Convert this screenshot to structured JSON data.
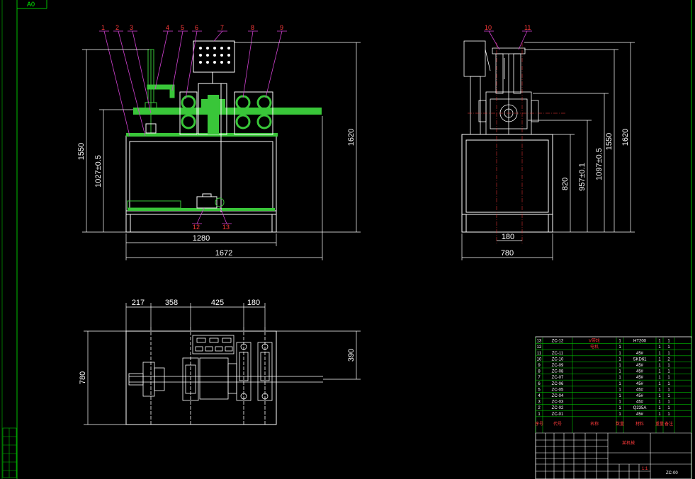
{
  "sheet": {
    "size_label": "A0"
  },
  "colors": {
    "background": "#000000",
    "outline": "#ffffff",
    "frame": "#00c000",
    "component": "#39c639",
    "callout": "#ff2a2a",
    "leader": "#d040d0",
    "dimension": "#ffffff",
    "centerline": "#ff3b3b",
    "title_cells": "#00ff00"
  },
  "front_view": {
    "callouts": [
      "1",
      "2",
      "3",
      "4",
      "5",
      "6",
      "7",
      "8",
      "9",
      "12",
      "13"
    ],
    "dims": {
      "height_1550": "1550",
      "height_1027": "1027±0.5",
      "height_1620": "1620",
      "width_1280": "1280",
      "width_1672": "1672"
    }
  },
  "side_view": {
    "callouts": [
      "10",
      "11"
    ],
    "dims": {
      "d_820": "820",
      "d_957": "957±0.1",
      "d_1097": "1097±0.5",
      "d_1550": "1550",
      "d_1620": "1620",
      "w_180": "180",
      "w_780": "780"
    }
  },
  "top_view": {
    "dims": {
      "s_217": "217",
      "s_358": "358",
      "s_425": "425",
      "s_180": "180",
      "h_780": "780",
      "h_390": "390"
    }
  },
  "parts_list": {
    "rows": [
      {
        "no": "13",
        "code": "ZC-12",
        "name": "V带轮",
        "qty": "1",
        "mat": "HT200",
        "a": "1",
        "b": "1"
      },
      {
        "no": "12",
        "code": "",
        "name": "电机",
        "qty": "1",
        "mat": "",
        "a": "1",
        "b": "1"
      },
      {
        "no": "11",
        "code": "ZC-11",
        "name": "",
        "qty": "1",
        "mat": "45#",
        "a": "1",
        "b": "1"
      },
      {
        "no": "10",
        "code": "ZC-10",
        "name": "",
        "qty": "1",
        "mat": "SKD61",
        "a": "1",
        "b": "2"
      },
      {
        "no": "9",
        "code": "ZC-09",
        "name": "",
        "qty": "1",
        "mat": "45#",
        "a": "1",
        "b": "1"
      },
      {
        "no": "8",
        "code": "ZC-08",
        "name": "",
        "qty": "1",
        "mat": "45#",
        "a": "1",
        "b": "1"
      },
      {
        "no": "7",
        "code": "ZC-07",
        "name": "",
        "qty": "1",
        "mat": "45#",
        "a": "1",
        "b": "1"
      },
      {
        "no": "6",
        "code": "ZC-06",
        "name": "",
        "qty": "1",
        "mat": "45#",
        "a": "1",
        "b": "1"
      },
      {
        "no": "5",
        "code": "ZC-05",
        "name": "",
        "qty": "1",
        "mat": "45#",
        "a": "1",
        "b": "1"
      },
      {
        "no": "4",
        "code": "ZC-04",
        "name": "",
        "qty": "1",
        "mat": "45#",
        "a": "1",
        "b": "1"
      },
      {
        "no": "3",
        "code": "ZC-03",
        "name": "",
        "qty": "1",
        "mat": "45#",
        "a": "1",
        "b": "1"
      },
      {
        "no": "2",
        "code": "ZC-02",
        "name": "",
        "qty": "1",
        "mat": "Q235A",
        "a": "1",
        "b": "1"
      },
      {
        "no": "1",
        "code": "ZC-01",
        "name": "",
        "qty": "1",
        "mat": "45#",
        "a": "1",
        "b": "1"
      }
    ],
    "headers": {
      "no": "序号",
      "code": "代号",
      "name": "名称",
      "qty": "数量",
      "mat": "材料",
      "weight": "重量",
      "note": "备注"
    }
  },
  "title_block": {
    "org": "某机械",
    "drawing_title": "",
    "drawing_no": "ZC-00",
    "scale": "1:1"
  }
}
